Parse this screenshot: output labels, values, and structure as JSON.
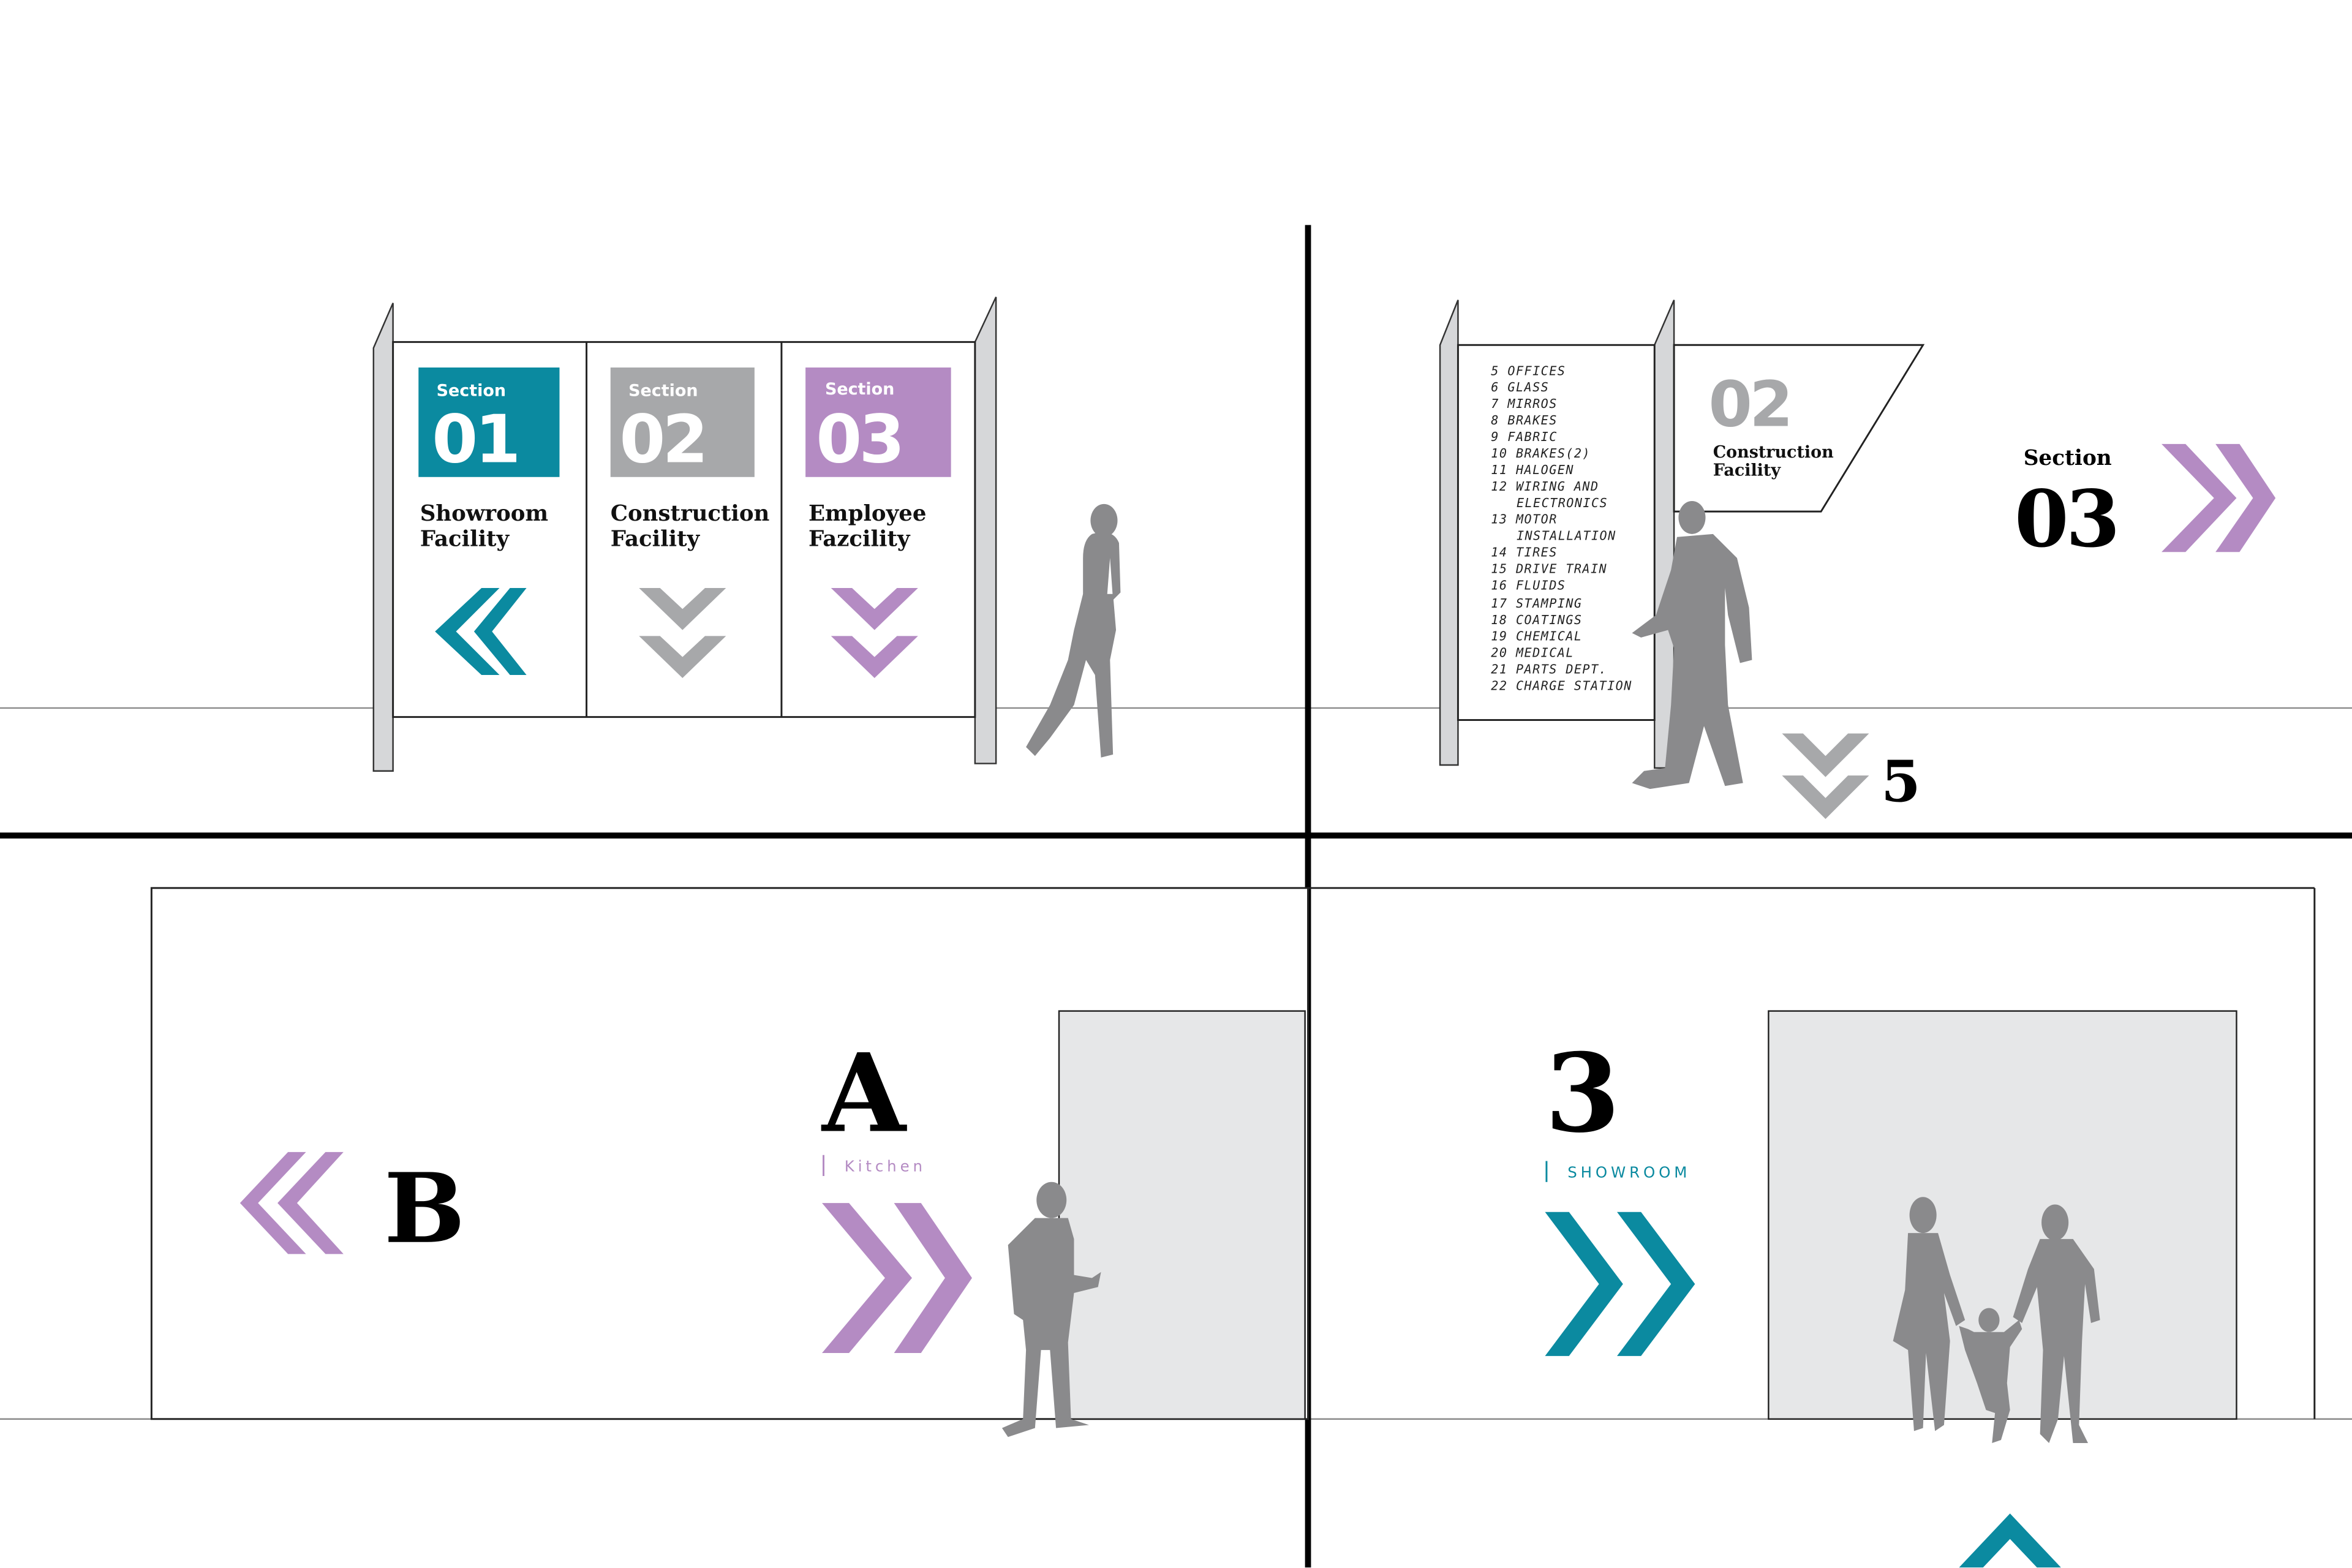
{
  "colors": {
    "teal": "#0b8aa0",
    "gray": "#a7a8aa",
    "purple": "#b48bc3",
    "silhouette": "#8a8a8c",
    "wall_gray": "#e6e7e8"
  },
  "panel1": {
    "signs": [
      {
        "section_label": "Section",
        "number": "01",
        "title_line1": "Showroom",
        "title_line2": "Facility",
        "arrow": "double-chevron-left-icon",
        "color": "teal"
      },
      {
        "section_label": "Section",
        "number": "02",
        "title_line1": "Construction",
        "title_line2": "Facility",
        "arrow": "double-chevron-down-icon",
        "color": "gray"
      },
      {
        "section_label": "Section",
        "number": "03",
        "title_line1": "Employee",
        "title_line2": "Fazcility",
        "arrow": "double-chevron-down-icon",
        "color": "purple"
      }
    ]
  },
  "panel2": {
    "directory": [
      "5 OFFICES",
      "6 GLASS",
      "7 MIRROS",
      "8 BRAKES",
      "9 FABRIC",
      "10 BRAKES(2)",
      "11 HALOGEN",
      "12 WIRING AND",
      "ELECTRONICS",
      "13 MOTOR",
      "INSTALLATION",
      "14 TIRES",
      "15 DRIVE TRAIN",
      "16 FLUIDS",
      "17 STAMPING",
      "18 COATINGS",
      "19 CHEMICAL",
      "20 MEDICAL",
      "21 PARTS DEPT.",
      "22 CHARGE STATION"
    ],
    "flag_number": "02",
    "flag_title_line1": "Construction",
    "flag_title_line2": "Facility",
    "wall_section_label": "Section",
    "wall_section_number": "03",
    "floor_number": "5"
  },
  "panel3": {
    "left_letter": "B",
    "right_letter": "A",
    "right_caption": "Kitchen"
  },
  "panel4": {
    "number": "3",
    "caption": "SHOWROOM"
  }
}
